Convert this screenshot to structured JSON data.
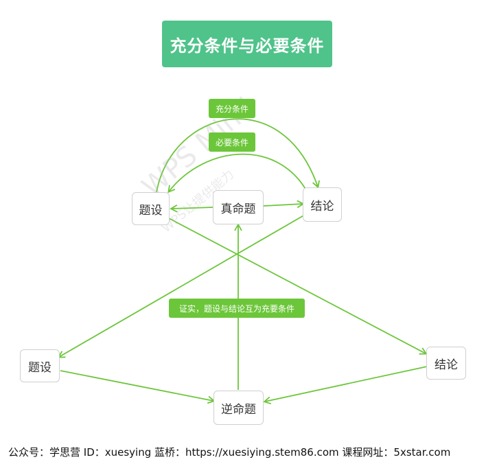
{
  "title": "充分条件与必要条件",
  "nodes": {
    "top_condition": "题设",
    "top_proposition": "真命题",
    "top_conclusion": "结论",
    "bottom_condition": "题设",
    "bottom_conclusion": "结论",
    "bottom_proposition": "逆命题"
  },
  "labels": {
    "sufficient": "充分条件",
    "necessary": "必要条件",
    "mutual": "证实，题设与结论互为充要条件"
  },
  "watermark": {
    "main": "WPS Mind",
    "sub": "WPS让提供能力"
  },
  "footer": "公众号：学思营  ID：xuesying  蓝桥：https://xuesiying.stem86.com  课程网址：5xstar.com",
  "colors": {
    "title_bg": "#4fc38a",
    "arrow": "#6cc63a",
    "label_bg": "#6cc63a",
    "node_border": "#cfcfcf"
  }
}
